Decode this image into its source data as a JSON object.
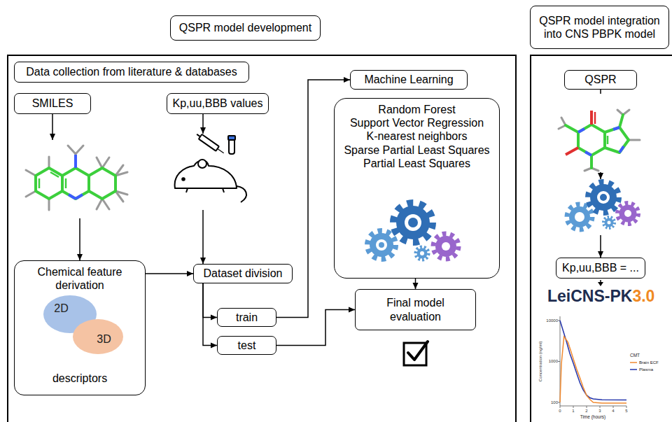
{
  "diagram": {
    "nodes": [
      {
        "text": [
          "QSPR model development"
        ]
      },
      {
        "text": [
          "Data collection from literature & databases"
        ],
        "in": 0
      },
      {
        "text": [
          "SMILES"
        ],
        "in": 0
      },
      {
        "text": [
          "Kp,uu,BBB values"
        ],
        "in": 0
      },
      {
        "text": [
          "Chemical feature derivation",
          "descriptors"
        ],
        "in": 0
      },
      {
        "text": [
          "2D"
        ],
        "in": 4
      },
      {
        "text": [
          "3D"
        ],
        "in": 4
      },
      {
        "text": [
          "Dataset division"
        ],
        "in": 0
      },
      {
        "text": [
          "train"
        ],
        "in": 0
      },
      {
        "text": [
          "test"
        ],
        "in": 0
      },
      {
        "text": [
          "Machine Learning"
        ],
        "in": 0
      },
      {
        "text": [
          "Random Forest",
          "Support Vector Regression",
          "K-nearest neighbors",
          "Sparse Partial Least Squares",
          "Partial Least Squares"
        ],
        "in": 0
      },
      {
        "text": [
          "Final model evaluation"
        ],
        "in": 0
      },
      {
        "text": [
          "QSPR model integration into CNS PBPK model"
        ]
      },
      {
        "text": [
          "QSPR"
        ],
        "in": 13
      },
      {
        "text": [
          "Kp,uu,BBB = ..."
        ],
        "in": 13
      }
    ],
    "edges": [
      {
        "from": 2,
        "to": 4,
        "arrow": "to"
      },
      {
        "from": 3,
        "to": 7,
        "arrow": "to"
      },
      {
        "from": 4,
        "to": 7,
        "arrow": "to"
      },
      {
        "from": 7,
        "to": 8,
        "arrow": "to"
      },
      {
        "from": 7,
        "to": 9,
        "arrow": "to"
      },
      {
        "from": 8,
        "to": 10,
        "arrow": "to"
      },
      {
        "from": 9,
        "to": 12,
        "arrow": "to"
      },
      {
        "from": 11,
        "to": 12,
        "arrow": "to"
      },
      {
        "from": 14,
        "to": 15,
        "arrow": "to"
      }
    ],
    "labels": [
      "LeiCNS-PK",
      "3.0",
      "10000",
      "1000",
      "100",
      "Concentration (ng/ml)",
      "0",
      "1",
      "2",
      "3",
      "4",
      "5",
      "Time (hours)",
      "CMT"
    ],
    "legend": [
      {
        "text": "Brain ECF"
      },
      {
        "text": "Plasma"
      }
    ]
  }
}
